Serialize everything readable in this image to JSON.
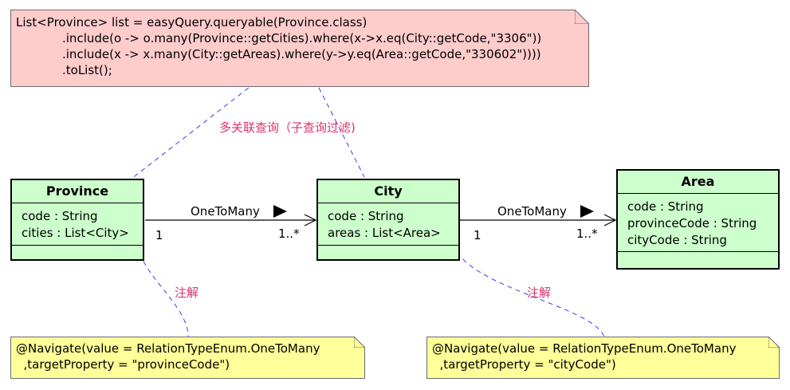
{
  "query_note": {
    "lines": [
      "List<Province> list = easyQuery.queryable(Province.class)",
      ".include(o -> o.many(Province::getCities).where(x->x.eq(City::getCode,\"3306\"))",
      ".include(x -> x.many(City::getAreas).where(y->y.eq(Area::getCode,\"330602\"))))",
      ".toList();"
    ]
  },
  "subquery_label": "多关联查询（子查询过滤)",
  "classes": {
    "province": {
      "name": "Province",
      "attrs": [
        "code : String",
        "cities : List<City>"
      ]
    },
    "city": {
      "name": "City",
      "attrs": [
        "code : String",
        "areas : List<Area>"
      ]
    },
    "area": {
      "name": "Area",
      "attrs": [
        "code : String",
        "provinceCode : String",
        "cityCode : String"
      ]
    }
  },
  "associations": {
    "province_city": {
      "name": "OneToMany",
      "source_mult": "1",
      "target_mult": "1..*"
    },
    "city_area": {
      "name": "OneToMany",
      "source_mult": "1",
      "target_mult": "1..*"
    }
  },
  "annotation_labels": {
    "left": "注解",
    "right": "注解"
  },
  "annotations": {
    "province": {
      "lines": [
        "@Navigate(value = RelationTypeEnum.OneToMany",
        "  ,targetProperty = \"provinceCode\")"
      ]
    },
    "city": {
      "lines": [
        "@Navigate(value = RelationTypeEnum.OneToMany",
        "  ,targetProperty = \"cityCode\")"
      ]
    }
  }
}
